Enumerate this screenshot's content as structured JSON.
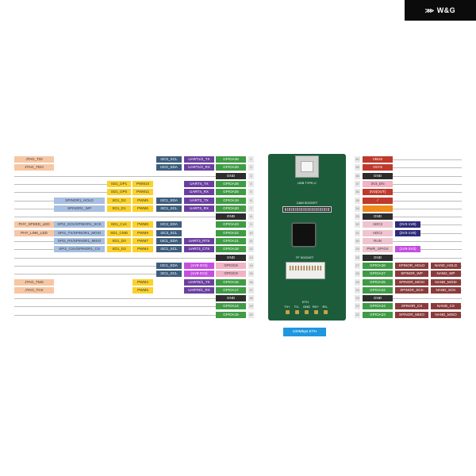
{
  "brand": {
    "mark": "⋙",
    "name": "W&G"
  },
  "board": {
    "usb_label": "USB TYPE-C",
    "cam_label": "CAM SOCKET",
    "tf_label": "TF SOCKET",
    "eth_label": "ETH",
    "eth_pins": [
      "TX+",
      "TX-",
      "GND",
      "RX+",
      "RX-"
    ],
    "eth_badge": "100Mbps ETH"
  },
  "colors": {
    "peach": "#f7c6a3",
    "blue_gray": "#a7bfe0",
    "yellow": "#fbd12a",
    "slate": "#3e5d7d",
    "purple": "#6b3fa0",
    "magenta": "#c44ee0",
    "green": "#3f9b44",
    "gray_pin": "#e9e9e9",
    "black": "#2d2d2d",
    "red": "#c0392b",
    "orange": "#ef8a1b",
    "pink": "#f2b3c4",
    "maroon": "#8a3b3b",
    "navy": "#2d2a7a",
    "pale_pink": "#efc4cf"
  },
  "left_rows": [
    {
      "pin": "1",
      "labels": [
        [
          "JTAG_TDI",
          "peach"
        ],
        [
          "I2C0_SCL",
          "slate"
        ],
        [
          "UART1/2_TX",
          "purple"
        ],
        [
          "GPIOA28",
          "green"
        ]
      ]
    },
    {
      "pin": "2",
      "labels": [
        [
          "JTAG_TDO",
          "peach"
        ],
        [
          "I2C0_SDA",
          "slate"
        ],
        [
          "UART1/2_RX",
          "purple"
        ],
        [
          "GPIOA29",
          "green"
        ]
      ]
    },
    {
      "pin": "3",
      "labels": [
        [
          "GND",
          "black"
        ]
      ]
    },
    {
      "pin": "4",
      "labels": [
        [
          "SD1_DP1",
          "yellow"
        ],
        [
          "PWM10",
          "yellow"
        ],
        [
          "UART4_TX",
          "purple"
        ],
        [
          "GPIOA26",
          "green"
        ]
      ]
    },
    {
      "pin": "5",
      "labels": [
        [
          "SD1_DP0",
          "yellow"
        ],
        [
          "PWM11",
          "yellow"
        ],
        [
          "UART4_RX",
          "purple"
        ],
        [
          "GPIOA25",
          "green"
        ]
      ]
    },
    {
      "pin": "6",
      "labels": [
        [
          "SPINOR1_HOLD",
          "blue_gray"
        ],
        [
          "SD1_D2",
          "yellow"
        ],
        [
          "PWM5",
          "yellow"
        ],
        [
          "I2C1_SDA",
          "slate"
        ],
        [
          "UART2_TX",
          "purple"
        ],
        [
          "GPIOA19",
          "green"
        ]
      ]
    },
    {
      "pin": "7",
      "labels": [
        [
          "SPINOR1_WP",
          "blue_gray"
        ],
        [
          "SD1_D1",
          "yellow"
        ],
        [
          "PWM6",
          "yellow"
        ],
        [
          "I2C1_SCL",
          "slate"
        ],
        [
          "UART2_RX",
          "purple"
        ],
        [
          "GPIOA20",
          "green"
        ]
      ]
    },
    {
      "pin": "8",
      "labels": [
        [
          "GND",
          "black"
        ]
      ]
    },
    {
      "pin": "9",
      "labels": [
        [
          "PHY_SPEED_LED",
          "peach"
        ],
        [
          "SPI2_SCK/SPINOR1_SCK",
          "blue_gray"
        ],
        [
          "SD1_CLK",
          "yellow"
        ],
        [
          "PWM8",
          "yellow"
        ],
        [
          "I2C3_SDA",
          "slate"
        ],
        [
          "GPIOA23",
          "green"
        ]
      ]
    },
    {
      "pin": "10",
      "labels": [
        [
          "PHY_LINK_LED",
          "peach"
        ],
        [
          "SPI2_TX/SPINOR1_MOSI",
          "blue_gray"
        ],
        [
          "SD1_CMD",
          "yellow"
        ],
        [
          "PWM9",
          "yellow"
        ],
        [
          "I2C3_SCL",
          "slate"
        ],
        [
          "GPIOA22",
          "green"
        ]
      ]
    },
    {
      "pin": "11",
      "labels": [
        [
          "SPI2_RX/SPINOR1_MISO",
          "blue_gray"
        ],
        [
          "SD1_D0",
          "yellow"
        ],
        [
          "PWM7",
          "yellow"
        ],
        [
          "I2C1_SDA",
          "slate"
        ],
        [
          "UART3_RTS",
          "purple"
        ],
        [
          "GPIOA21",
          "green"
        ]
      ]
    },
    {
      "pin": "12",
      "labels": [
        [
          "SPI2_CSn/SPINOR1_CS",
          "blue_gray"
        ],
        [
          "SD1_D3",
          "yellow"
        ],
        [
          "PWM4",
          "yellow"
        ],
        [
          "I2C1_SCL",
          "slate"
        ],
        [
          "UART3_CTS",
          "purple"
        ],
        [
          "GPIOA18",
          "green"
        ]
      ]
    },
    {
      "pin": "13",
      "labels": [
        [
          "GND",
          "black"
        ]
      ]
    },
    {
      "pin": "14",
      "labels": [
        [
          "I2C1_SDA",
          "slate"
        ],
        [
          "(1V8-3V3)",
          "magenta"
        ],
        [
          "GPIOC8",
          "pink"
        ]
      ]
    },
    {
      "pin": "15",
      "labels": [
        [
          "I2C1_SCL",
          "slate"
        ],
        [
          "(1V8-3V3)",
          "magenta"
        ],
        [
          "GPIOC9",
          "pink"
        ]
      ]
    },
    {
      "pin": "16",
      "labels": [
        [
          "JTAG_TMS",
          "peach"
        ],
        [
          "PWM4",
          "yellow"
        ],
        [
          "UART0/1_TX",
          "purple"
        ],
        [
          "GPIOA16",
          "green"
        ]
      ]
    },
    {
      "pin": "17",
      "labels": [
        [
          "JTAG_TCK",
          "peach"
        ],
        [
          "PWM5",
          "yellow"
        ],
        [
          "UART0/1_RX",
          "purple"
        ],
        [
          "GPIOA17",
          "green"
        ]
      ]
    },
    {
      "pin": "18",
      "labels": [
        [
          "GND",
          "black"
        ]
      ]
    },
    {
      "pin": "19",
      "labels": [
        [
          "GPIOA14",
          "green"
        ]
      ]
    },
    {
      "pin": "20",
      "labels": [
        [
          "GPIOA15",
          "green"
        ]
      ]
    }
  ],
  "right_rows": [
    {
      "pin": "40",
      "labels": [
        [
          "VBUS",
          "red"
        ]
      ]
    },
    {
      "pin": "39",
      "labels": [
        [
          "VSYS",
          "red"
        ]
      ]
    },
    {
      "pin": "38",
      "labels": [
        [
          "GND",
          "black"
        ]
      ]
    },
    {
      "pin": "37",
      "labels": [
        [
          "3V3_EN",
          "pink"
        ]
      ]
    },
    {
      "pin": "36",
      "labels": [
        [
          "3V3(OUT)",
          "red"
        ]
      ]
    },
    {
      "pin": "35",
      "labels": [
        [
          "/",
          "red"
        ]
      ]
    },
    {
      "pin": "34",
      "labels": [
        [
          "",
          "orange"
        ]
      ]
    },
    {
      "pin": "33",
      "labels": [
        [
          "GND",
          "black"
        ]
      ]
    },
    {
      "pin": "32",
      "labels": [
        [
          "ADC2",
          "pale_pink"
        ],
        [
          "(3V3-1V8)",
          "navy"
        ]
      ]
    },
    {
      "pin": "31",
      "labels": [
        [
          "ADC1",
          "pale_pink"
        ],
        [
          "(3V3-1V8)",
          "navy"
        ]
      ]
    },
    {
      "pin": "30",
      "labels": [
        [
          "RUN",
          "pale_pink"
        ]
      ]
    },
    {
      "pin": "29",
      "labels": [
        [
          "PWR_GPIO4",
          "pale_pink"
        ],
        [
          "(1V8-3V3)",
          "magenta"
        ]
      ]
    },
    {
      "pin": "28",
      "labels": [
        [
          "GND",
          "black"
        ]
      ]
    },
    {
      "pin": "27",
      "labels": [
        [
          "GPIOA28",
          "green"
        ],
        [
          "SPINOR_HOLD",
          "maroon"
        ],
        [
          "NAND_HOLD",
          "maroon"
        ]
      ]
    },
    {
      "pin": "26",
      "labels": [
        [
          "GPIOA27",
          "green"
        ],
        [
          "SPINOR_WP",
          "maroon"
        ],
        [
          "NAND_WP",
          "maroon"
        ]
      ]
    },
    {
      "pin": "25",
      "labels": [
        [
          "GPIOA25",
          "green"
        ],
        [
          "SPINOR_MOSI",
          "maroon"
        ],
        [
          "NAND_MOSI",
          "maroon"
        ]
      ]
    },
    {
      "pin": "24",
      "labels": [
        [
          "GPIOA22",
          "green"
        ],
        [
          "SPINOR_SCK",
          "maroon"
        ],
        [
          "NAND_SCK",
          "maroon"
        ]
      ]
    },
    {
      "pin": "23",
      "labels": [
        [
          "GND",
          "black"
        ]
      ]
    },
    {
      "pin": "22",
      "labels": [
        [
          "GPIOA24",
          "green"
        ],
        [
          "SPINOR_CS",
          "maroon"
        ],
        [
          "NAND_CS",
          "maroon"
        ]
      ]
    },
    {
      "pin": "21",
      "labels": [
        [
          "GPIOA23",
          "green"
        ],
        [
          "SPINOR_MISO",
          "maroon"
        ],
        [
          "NAND_MISO",
          "maroon"
        ]
      ]
    }
  ]
}
